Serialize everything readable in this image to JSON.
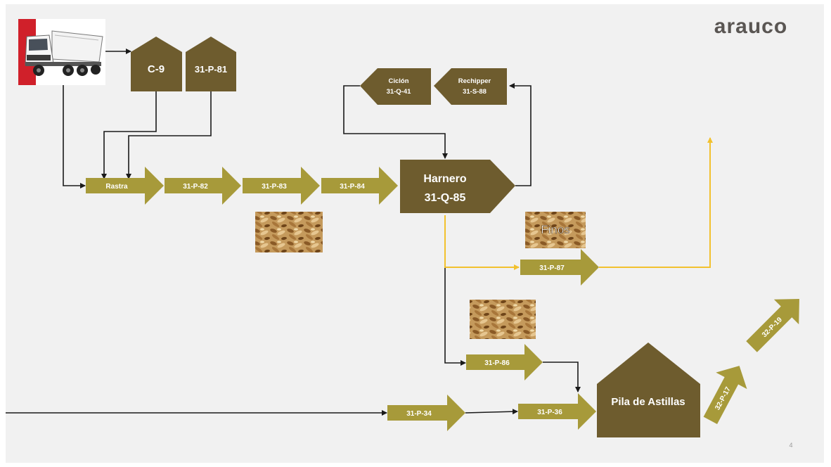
{
  "brand": {
    "logo_text": "arauco",
    "color": "#5a5653"
  },
  "page_number": "4",
  "colors": {
    "dark": "#6e5c2e",
    "olive": "#a79a3a",
    "fines_line": "#f2c12e",
    "line": "#1a1a1a",
    "truck_accent": "#d0202a"
  },
  "nodes": {
    "c9": "C-9",
    "p81": "31-P-81",
    "rastra": "Rastra",
    "p82": "31-P-82",
    "p83": "31-P-83",
    "p84": "31-P-84",
    "harnero_name": "Harnero",
    "harnero_code": "31-Q-85",
    "ciclon_name": "Ciclón",
    "ciclon_code": "31-Q-41",
    "rechipper_name": "Rechipper",
    "rechipper_code": "31-S-88",
    "finos": "Finos",
    "p87": "31-P-87",
    "p86": "31-P-86",
    "p34": "31-P-34",
    "p36": "31-P-36",
    "pila": "Pila de Astillas",
    "p17": "32-P-17",
    "p19": "32-P-19"
  }
}
